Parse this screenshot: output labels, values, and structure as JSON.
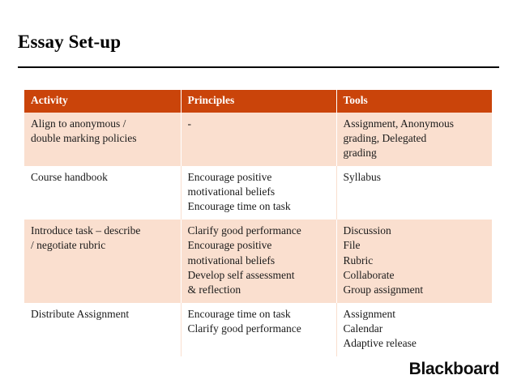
{
  "slide": {
    "title": "Essay Set-up",
    "logo": "Blackboard",
    "colors": {
      "header_background": "#CA440A",
      "header_text": "#FFFFFF",
      "shaded_row_background": "#FADFCF",
      "plain_row_background": "#FFFFFF",
      "body_text": "#1A1A1A",
      "rule": "#000000"
    }
  },
  "table": {
    "columns": [
      {
        "label": "Activity"
      },
      {
        "label": "Principles"
      },
      {
        "label": "Tools"
      }
    ],
    "rows": [
      {
        "shaded": true,
        "activity": [
          "Align to anonymous /",
          "double marking policies"
        ],
        "principles": [
          "-"
        ],
        "tools": [
          "Assignment, Anonymous",
          "grading, Delegated",
          "grading"
        ]
      },
      {
        "shaded": false,
        "activity": [
          "Course handbook"
        ],
        "principles": [
          "Encourage positive",
          "motivational beliefs",
          "Encourage time on task"
        ],
        "tools": [
          "Syllabus"
        ]
      },
      {
        "shaded": true,
        "activity": [
          "Introduce task – describe",
          "/ negotiate rubric"
        ],
        "principles": [
          "Clarify good performance",
          "Encourage positive",
          "motivational beliefs",
          "Develop self assessment",
          "& reflection"
        ],
        "tools": [
          "Discussion",
          "File",
          "Rubric",
          "Collaborate",
          "Group assignment"
        ]
      },
      {
        "shaded": false,
        "activity": [
          "Distribute Assignment"
        ],
        "principles": [
          "Encourage time on task",
          "Clarify good performance"
        ],
        "tools": [
          "Assignment",
          "Calendar",
          "Adaptive release"
        ]
      }
    ]
  }
}
